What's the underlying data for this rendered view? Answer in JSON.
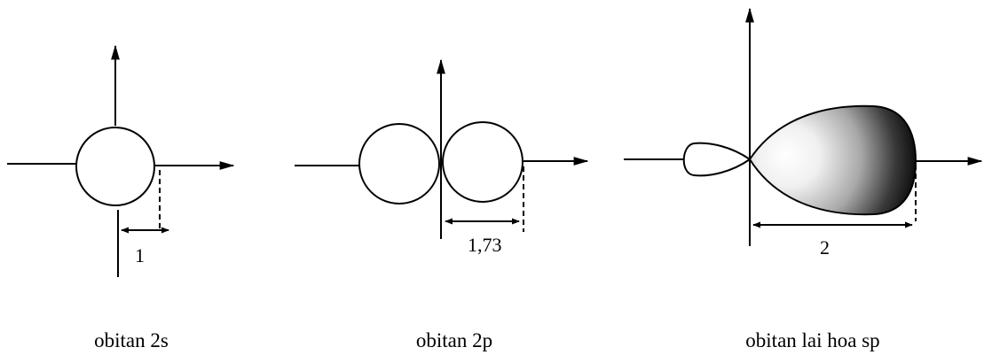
{
  "panels": [
    {
      "caption": "obitan 2s",
      "measure": "1"
    },
    {
      "caption": "obitan 2p",
      "measure": "1,73"
    },
    {
      "caption": "obitan lai hoa sp",
      "measure": "2"
    }
  ],
  "colors": {
    "stroke": "#000000",
    "lobe_highlight": "#ffffff",
    "lobe_shadow": "#000000"
  }
}
